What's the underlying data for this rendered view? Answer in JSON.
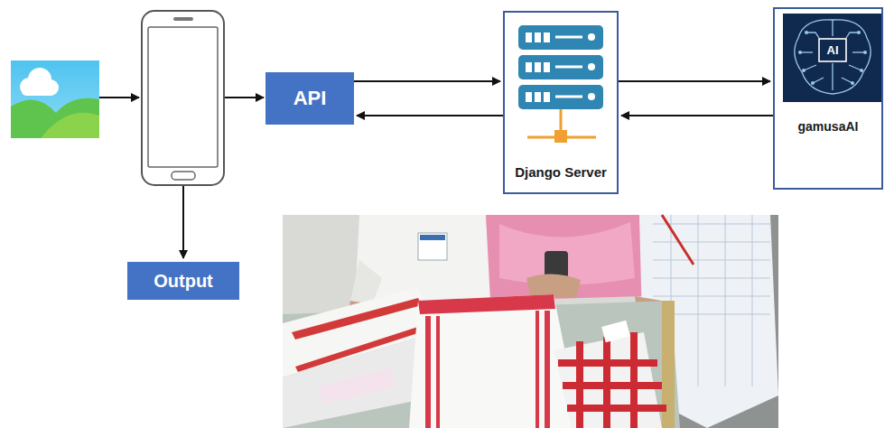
{
  "diagram": {
    "nodes": [
      {
        "text": [
          "API"
        ]
      },
      {
        "text": [
          "Django Server"
        ]
      },
      {
        "text": [
          "gamusaAI"
        ]
      },
      {
        "text": [
          "Output"
        ]
      }
    ],
    "edges": [
      {
        "from": 0,
        "to": 1,
        "arrow": "to"
      },
      {
        "from": 1,
        "to": 0,
        "arrow": "to"
      },
      {
        "from": 1,
        "to": 2,
        "arrow": "to"
      },
      {
        "from": 2,
        "to": 1,
        "arrow": "to"
      }
    ],
    "labels": [
      "AI"
    ]
  }
}
